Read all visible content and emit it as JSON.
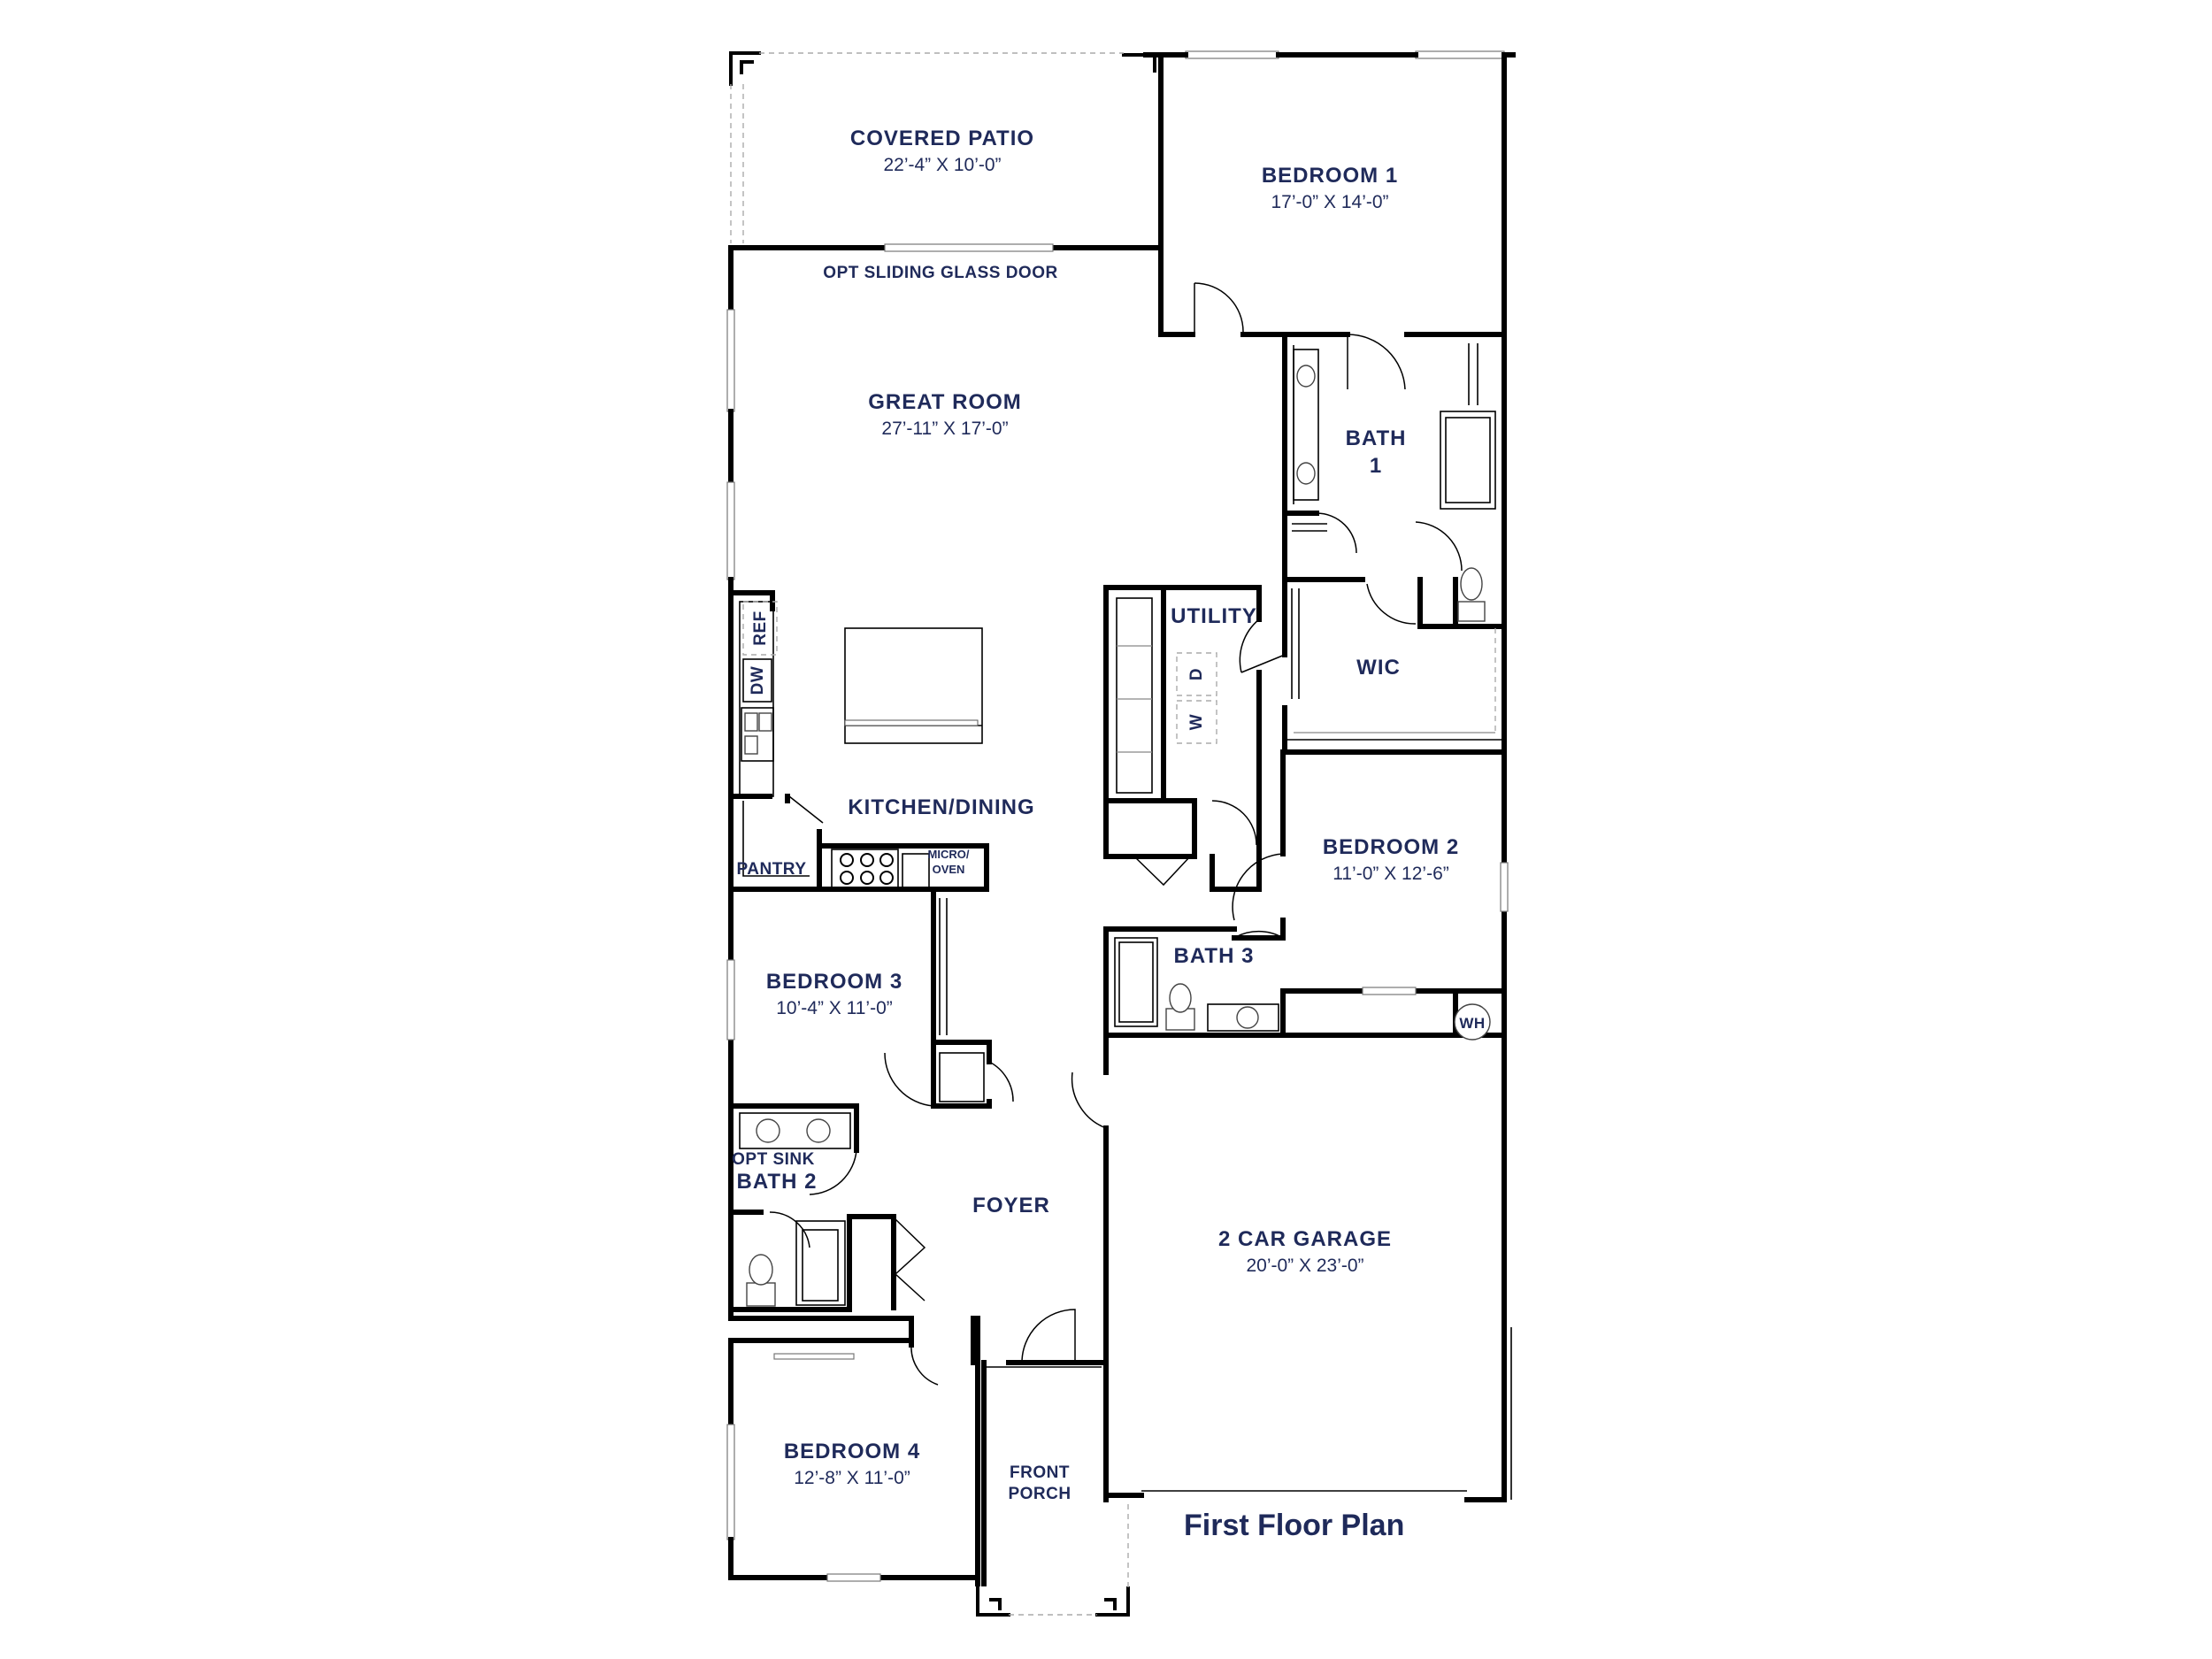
{
  "plan": {
    "title": "First Floor Plan",
    "rooms": {
      "covered_patio": {
        "name": "COVERED PATIO",
        "dims": "22’-4” X 10’-0”"
      },
      "bedroom1": {
        "name": "BEDROOM 1",
        "dims": "17’-0” X 14’-0”"
      },
      "great_room": {
        "name": "GREAT ROOM",
        "dims": "27’-11” X 17’-0”"
      },
      "bath1_l1": "BATH",
      "bath1_l2": "1",
      "utility": "UTILITY",
      "wic": "WIC",
      "kitchen": "KITCHEN/DINING",
      "pantry": "PANTRY",
      "micro_l1": "MICRO/",
      "micro_l2": "OVEN",
      "bedroom2": {
        "name": "BEDROOM 2",
        "dims": "11’-0” X 12’-6”"
      },
      "bath3": "BATH 3",
      "wh": "WH",
      "bedroom3": {
        "name": "BEDROOM 3",
        "dims": "10’-4” X 11’-0”"
      },
      "opt_sink": "OPT SINK",
      "bath2": "BATH 2",
      "foyer": "FOYER",
      "garage": {
        "name": "2 CAR GARAGE",
        "dims": "20’-0” X 23’-0”"
      },
      "bedroom4": {
        "name": "BEDROOM 4",
        "dims": "12’-8” X 11’-0”"
      },
      "front_porch_l1": "FRONT",
      "front_porch_l2": "PORCH"
    },
    "fixtures": {
      "ref": "REF",
      "dw": "DW",
      "dryer": "D",
      "washer": "W"
    },
    "notes": {
      "sliding_door": "OPT SLIDING GLASS DOOR"
    },
    "colors": {
      "label": "#1f2a5a",
      "wall": "#000000",
      "background": "#ffffff"
    }
  }
}
